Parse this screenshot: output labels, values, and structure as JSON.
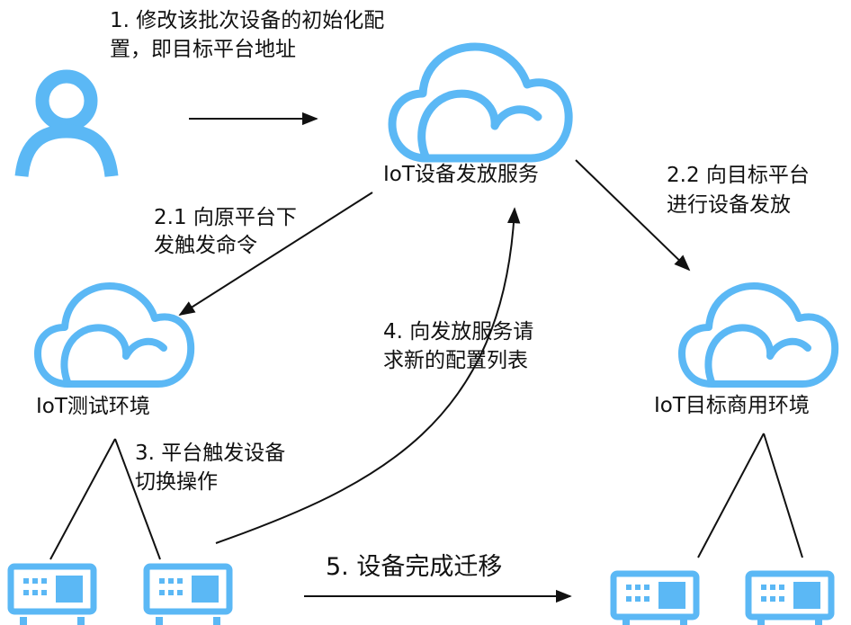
{
  "colors": {
    "icon": "#5bb8f5",
    "line": "#111111"
  },
  "icons": {
    "user": "person-icon",
    "cloud": "cloud-icon",
    "device": "device-icon"
  },
  "labels": {
    "step1_line1": "1. 修改该批次设备的初始化配",
    "step1_line2": "置，即目标平台地址",
    "provisioning_service": "IoT设备发放服务",
    "step2_2_line1": "2.2 向目标平台",
    "step2_2_line2": "进行设备发放",
    "step2_1_line1": "2.1 向原平台下",
    "step2_1_line2": "发触发命令",
    "step4_line1": "4. 向发放服务请",
    "step4_line2": "求新的配置列表",
    "test_env": "IoT测试环境",
    "target_env": "IoT目标商用环境",
    "step3_line1": "3. 平台触发设备",
    "step3_line2": "切换操作",
    "step5": "5. 设备完成迁移"
  }
}
